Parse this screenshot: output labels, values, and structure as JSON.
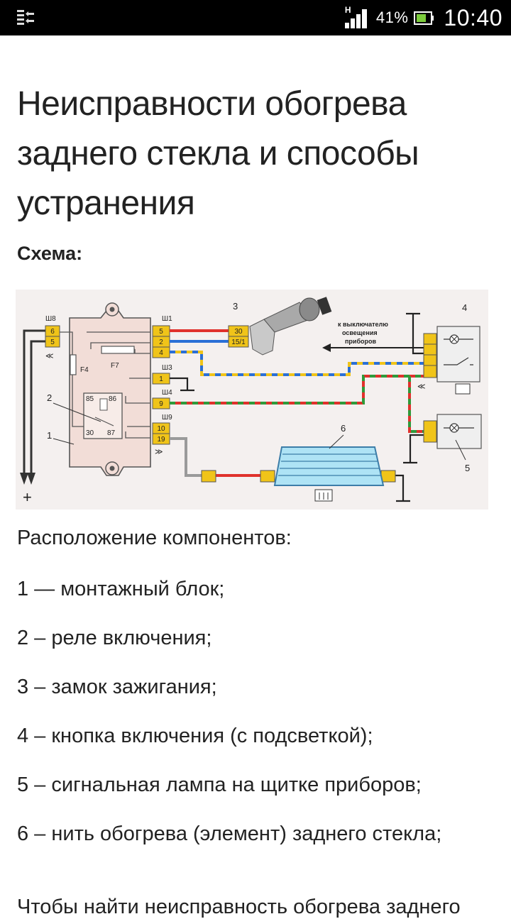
{
  "status_bar": {
    "network_type": "H",
    "battery_percent": "41%",
    "time": "10:40",
    "icons": [
      "usb-debug-icon",
      "signal-icon",
      "battery-icon"
    ]
  },
  "article": {
    "title": "Неисправности обогрева заднего стекла и способы устранения",
    "scheme_label": "Схема:",
    "components_heading": "Расположение компонентов:",
    "components": [
      "1 — монтажный блок;",
      "2 – реле включения;",
      "3 – замок зажигания;",
      "4 – кнопка включения (с подсветкой);",
      "5 – сигнальная лампа на щитке приборов;",
      "6 – нить обогрева (элемент) заднего стекла;"
    ],
    "next_paragraph": "Чтобы найти неисправность обогрева заднего"
  },
  "diagram": {
    "connectors": {
      "sh8": "Ш8",
      "sh1": "Ш1",
      "sh3": "Ш3",
      "sh4": "Ш4",
      "sh9": "Ш9",
      "pin_6": "6",
      "pin_5_left": "5",
      "pin_5": "5",
      "pin_2": "2",
      "pin_4": "4",
      "pin_1": "1",
      "pin_9": "9",
      "pin_10": "10",
      "pin_19": "19",
      "ign_30": "30",
      "ign_15_1": "15/1"
    },
    "fuses": {
      "f4": "F4",
      "f7": "F7"
    },
    "relay": {
      "t85": "85",
      "t86": "86",
      "t30": "30",
      "t87": "87"
    },
    "callouts": {
      "n1": "1",
      "n2": "2",
      "n3": "3",
      "n4": "4",
      "n5": "5",
      "n6": "6"
    },
    "note": [
      "к выключателю",
      "освещения",
      "приборов"
    ],
    "plus": "+",
    "wire_colors": {
      "red": "#e0312c",
      "blue": "#2a6fd6",
      "yellow": "#f0c419",
      "green": "#2f9a3a",
      "gray": "#9a9a9a",
      "black": "#222222",
      "block": "#f2ddd7"
    }
  }
}
